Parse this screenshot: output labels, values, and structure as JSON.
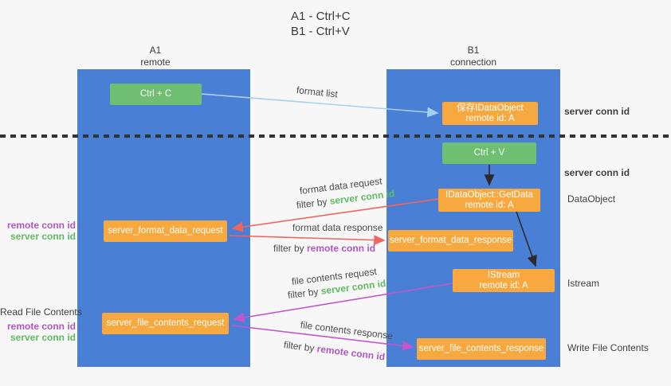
{
  "title": {
    "line1": "A1 - Ctrl+C",
    "line2": "B1 - Ctrl+V"
  },
  "columns": {
    "a1": {
      "name": "A1",
      "subtitle": "remote"
    },
    "b1": {
      "name": "B1",
      "subtitle": "connection"
    }
  },
  "nodes": {
    "ctrl_c": {
      "label": "Ctrl + C"
    },
    "save_dataobject": {
      "line1": "保存IDataObject",
      "line2": "remote id: A"
    },
    "ctrl_v": {
      "label": "Ctrl + V"
    },
    "getdata": {
      "line1": "IDataObject::GetData",
      "line2": "remote id: A"
    },
    "format_request": {
      "label": "server_format_data_request"
    },
    "format_response": {
      "label": "server_format_data_response"
    },
    "istream": {
      "line1": "IStream",
      "line2": "remote id: A"
    },
    "file_request": {
      "label": "server_file_contents_request"
    },
    "file_response": {
      "label": "server_file_contents_response"
    }
  },
  "labels": {
    "format_list": "format list",
    "format_data_request": "format data request",
    "format_data_response": "format data response",
    "file_contents_request": "file contents request",
    "file_contents_response": "file contents response",
    "filter_by": "filter by",
    "server_conn_id": "server conn id",
    "remote_conn_id": "remote conn id"
  },
  "side_labels": {
    "dataobject": "DataObject",
    "istream": "Istream",
    "read_file_contents": "Read File Contents",
    "write_file_contents": "Write File Contents"
  },
  "colors": {
    "lifeline_blue": "#4a7fd6",
    "node_green": "#6fbe72",
    "node_orange": "#f7a940",
    "accent_green": "#61ba63",
    "accent_purple": "#b058c4",
    "arrow_red": "#ef665c",
    "arrow_magenta": "#c257cc",
    "arrow_lightblue": "#a6d1ee",
    "arrow_black": "#2b2b2b"
  }
}
